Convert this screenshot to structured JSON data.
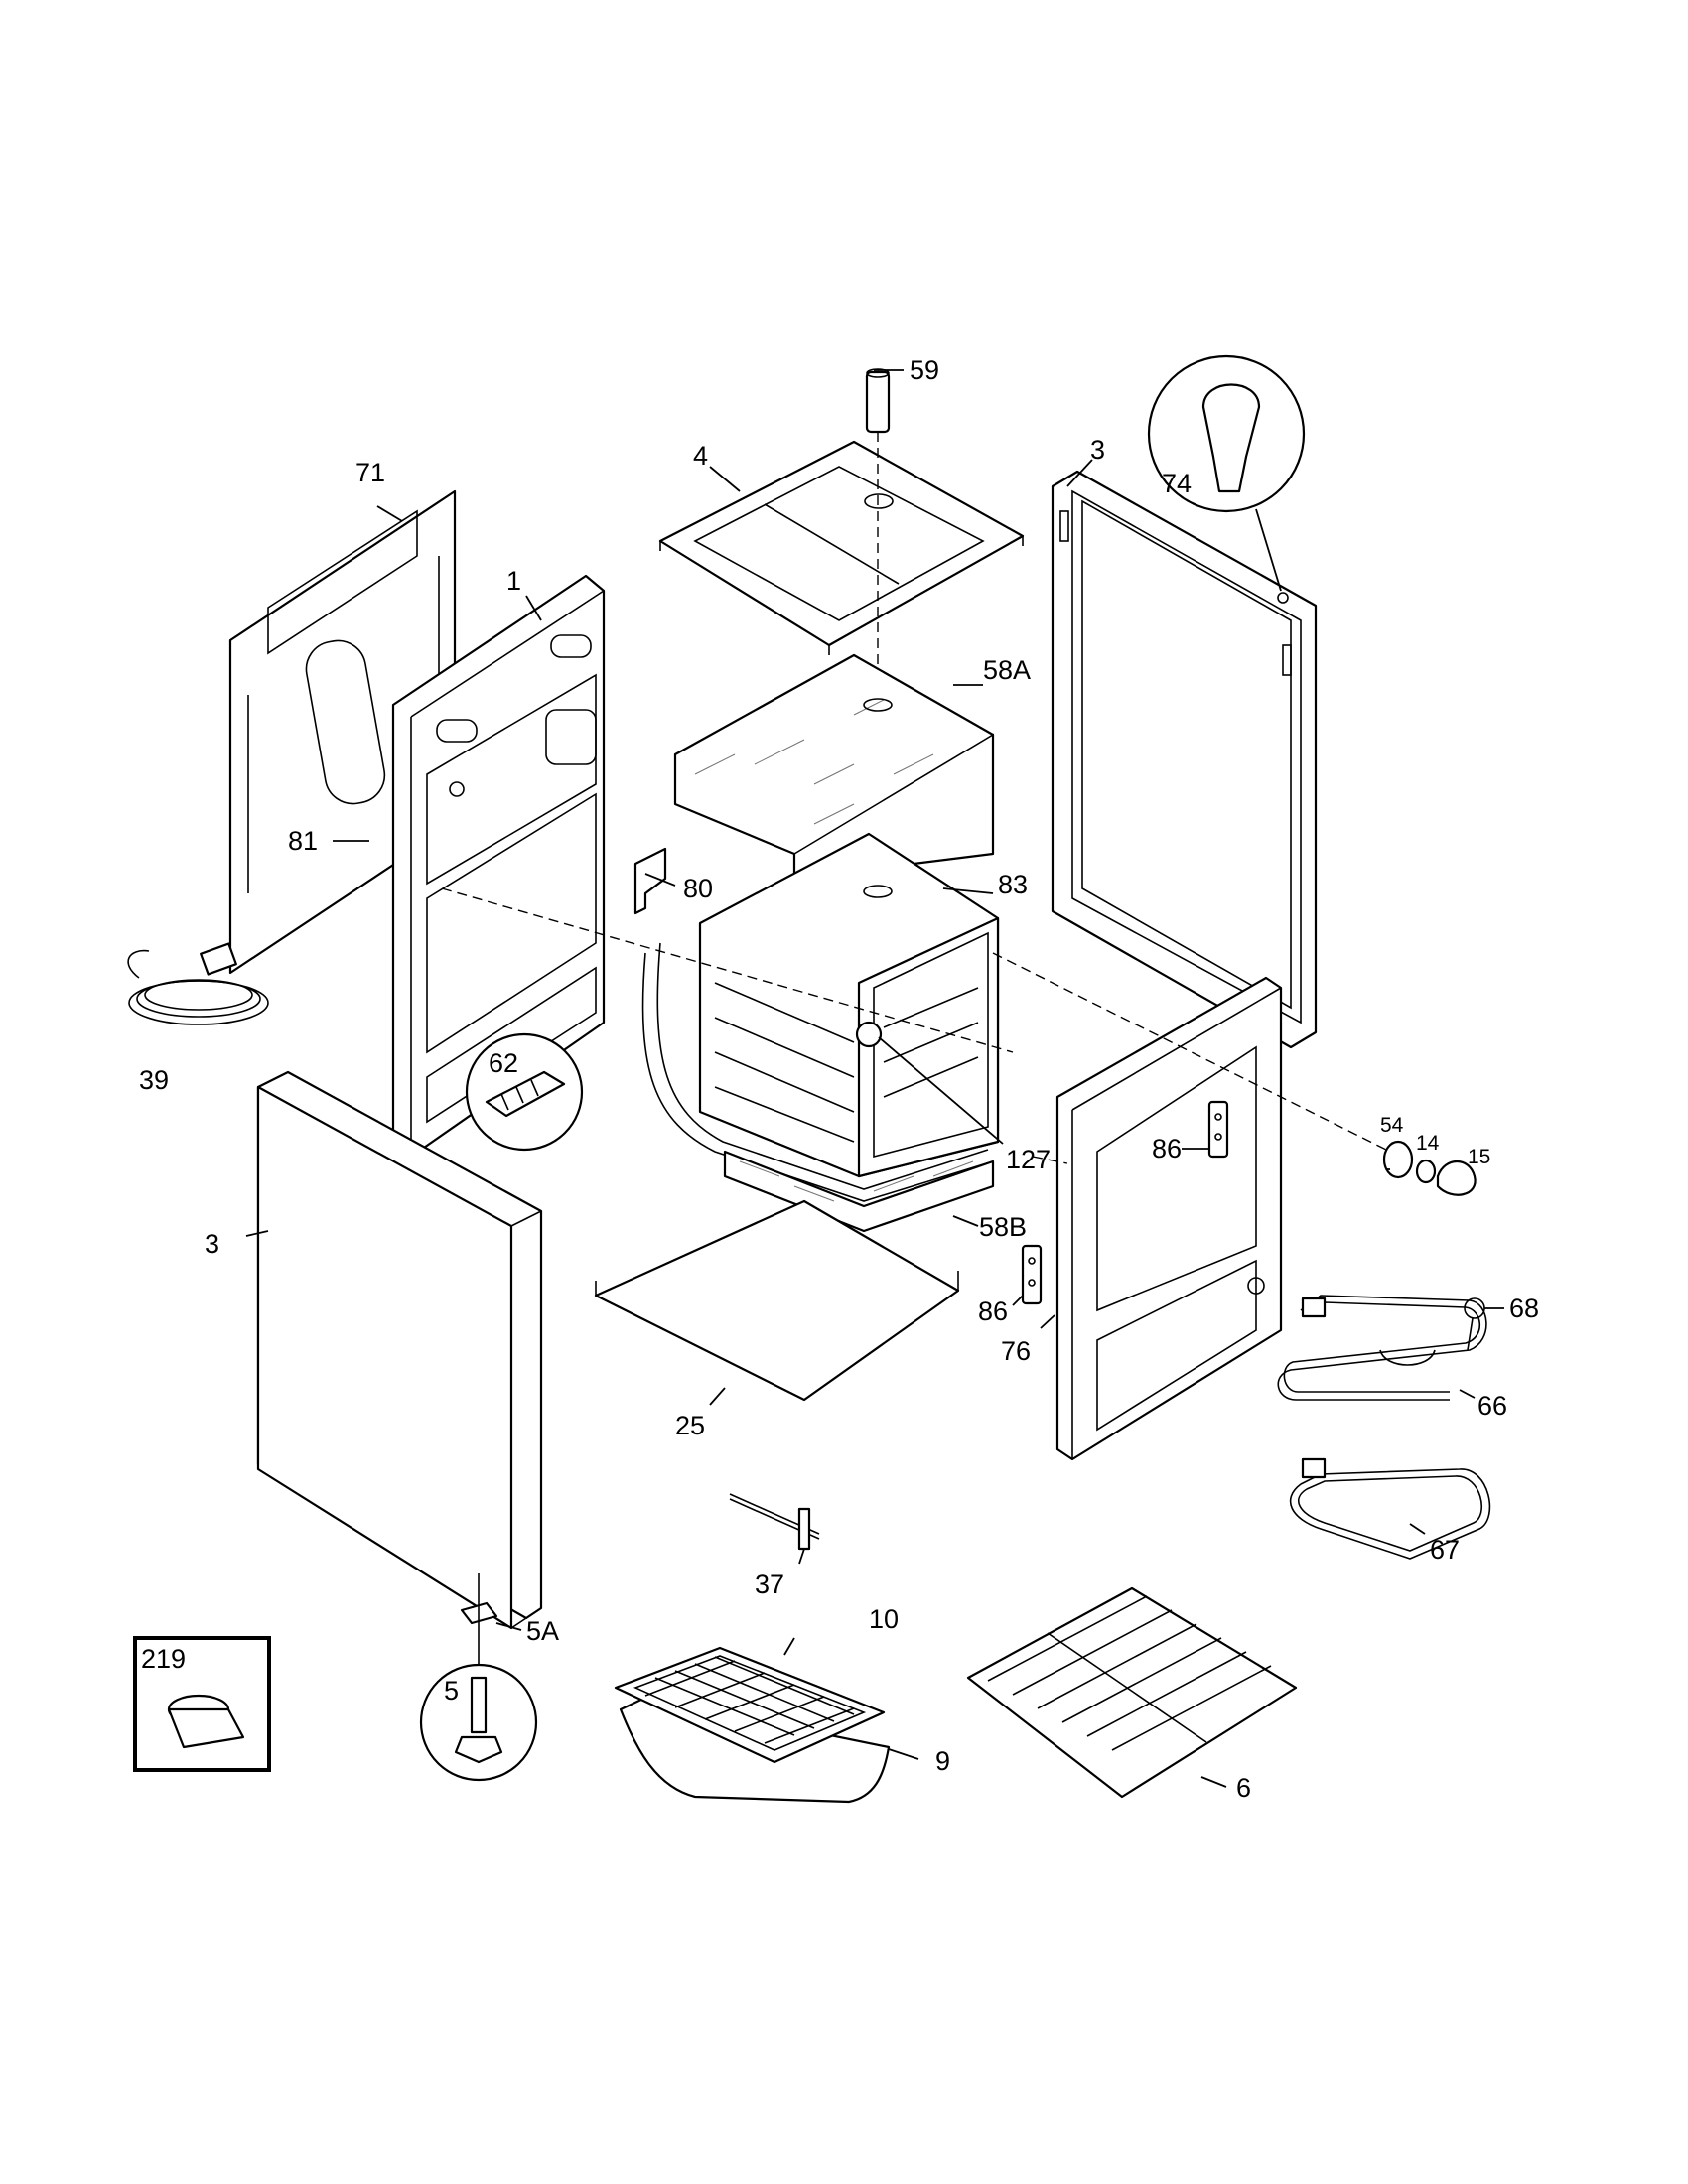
{
  "callouts": [
    {
      "id": "p59",
      "text": "59"
    },
    {
      "id": "p4",
      "text": "4"
    },
    {
      "id": "p3top",
      "text": "3"
    },
    {
      "id": "p74",
      "text": "74"
    },
    {
      "id": "p71",
      "text": "71"
    },
    {
      "id": "p1",
      "text": "1"
    },
    {
      "id": "p58a",
      "text": "58A"
    },
    {
      "id": "p81",
      "text": "81"
    },
    {
      "id": "p80",
      "text": "80"
    },
    {
      "id": "p83",
      "text": "83"
    },
    {
      "id": "p39",
      "text": "39"
    },
    {
      "id": "p62",
      "text": "62"
    },
    {
      "id": "p127",
      "text": "127"
    },
    {
      "id": "p86a",
      "text": "86"
    },
    {
      "id": "p54",
      "text": "54"
    },
    {
      "id": "p14",
      "text": "14"
    },
    {
      "id": "p15",
      "text": "15"
    },
    {
      "id": "p3side",
      "text": "3"
    },
    {
      "id": "p58b",
      "text": "58B"
    },
    {
      "id": "p86b",
      "text": "86"
    },
    {
      "id": "p76",
      "text": "76"
    },
    {
      "id": "p68",
      "text": "68"
    },
    {
      "id": "p66",
      "text": "66"
    },
    {
      "id": "p25",
      "text": "25"
    },
    {
      "id": "p67",
      "text": "67"
    },
    {
      "id": "p37",
      "text": "37"
    },
    {
      "id": "p5a",
      "text": "5A"
    },
    {
      "id": "p10",
      "text": "10"
    },
    {
      "id": "p219",
      "text": "219"
    },
    {
      "id": "p5",
      "text": "5"
    },
    {
      "id": "p9",
      "text": "9"
    },
    {
      "id": "p6",
      "text": "6"
    }
  ]
}
